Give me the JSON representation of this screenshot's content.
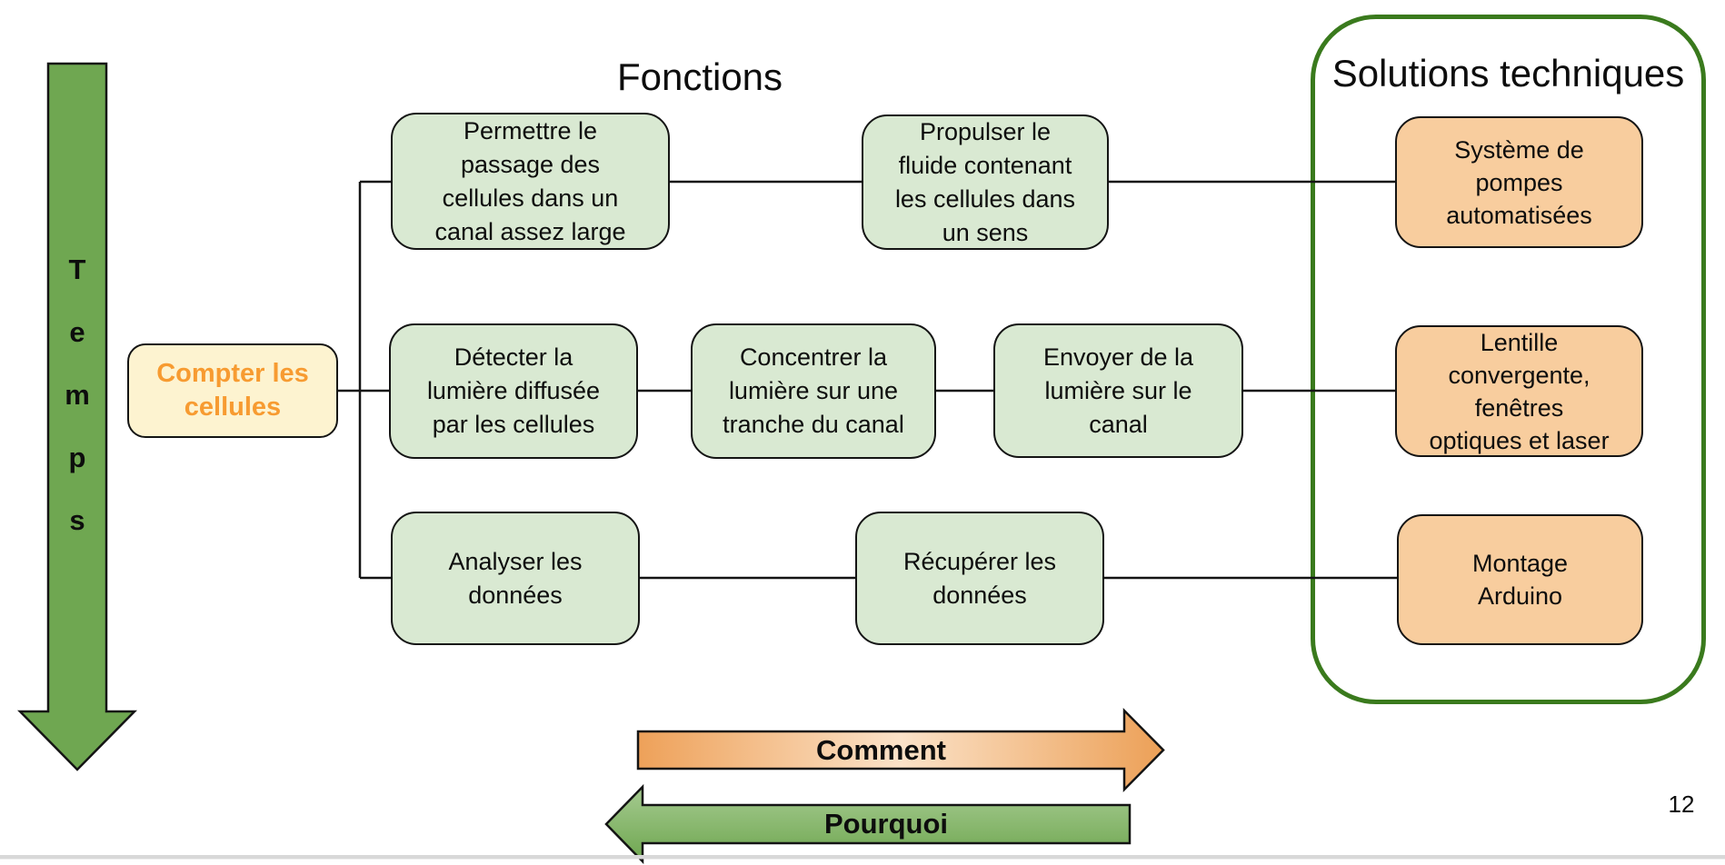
{
  "slide": {
    "page_number": "12",
    "headers": {
      "functions_title": "Fonctions",
      "solutions_title": "Solutions techniques"
    },
    "time_axis": {
      "label_vertical": "T\ne\nm\np\ns"
    },
    "root_need": {
      "text": "Compter les\ncellules"
    },
    "rows": [
      {
        "functions": [
          "Permettre le\npassage des\ncellules dans un\ncanal assez large",
          "Propulser le\nfluide contenant\nles cellules dans\nun sens"
        ],
        "solution": "Système de\npompes\nautomatisées"
      },
      {
        "functions": [
          "Détecter la\nlumière diffusée\npar les cellules",
          "Concentrer la\nlumière sur une\ntranche du canal",
          "Envoyer de la\nlumière sur le\ncanal"
        ],
        "solution": "Lentille\nconvergente,\nfenêtres\noptiques et laser"
      },
      {
        "functions": [
          "Analyser les\ndonnées",
          "Récupérer les\ndonnées"
        ],
        "solution": "Montage\nArduino"
      }
    ],
    "bottom_axes": {
      "how_label": "Comment",
      "why_label": "Pourquoi"
    }
  },
  "colors": {
    "function_box_fill": "#D9E9D2",
    "solution_box_fill": "#F8CD9E",
    "root_box_fill": "#FDF3D0",
    "root_text": "#F79B31",
    "temps_arrow_fill": "#6FA751",
    "panel_border": "#3A7A1D",
    "comment_edge_left": "#EEA159",
    "comment_mid": "#FBE2C8",
    "comment_edge_right": "#ECA057",
    "pourquoi_light": "#A6CB91",
    "pourquoi_dark": "#6EA64F",
    "connector": "#141414",
    "footer_line": "#D8D8D8"
  }
}
